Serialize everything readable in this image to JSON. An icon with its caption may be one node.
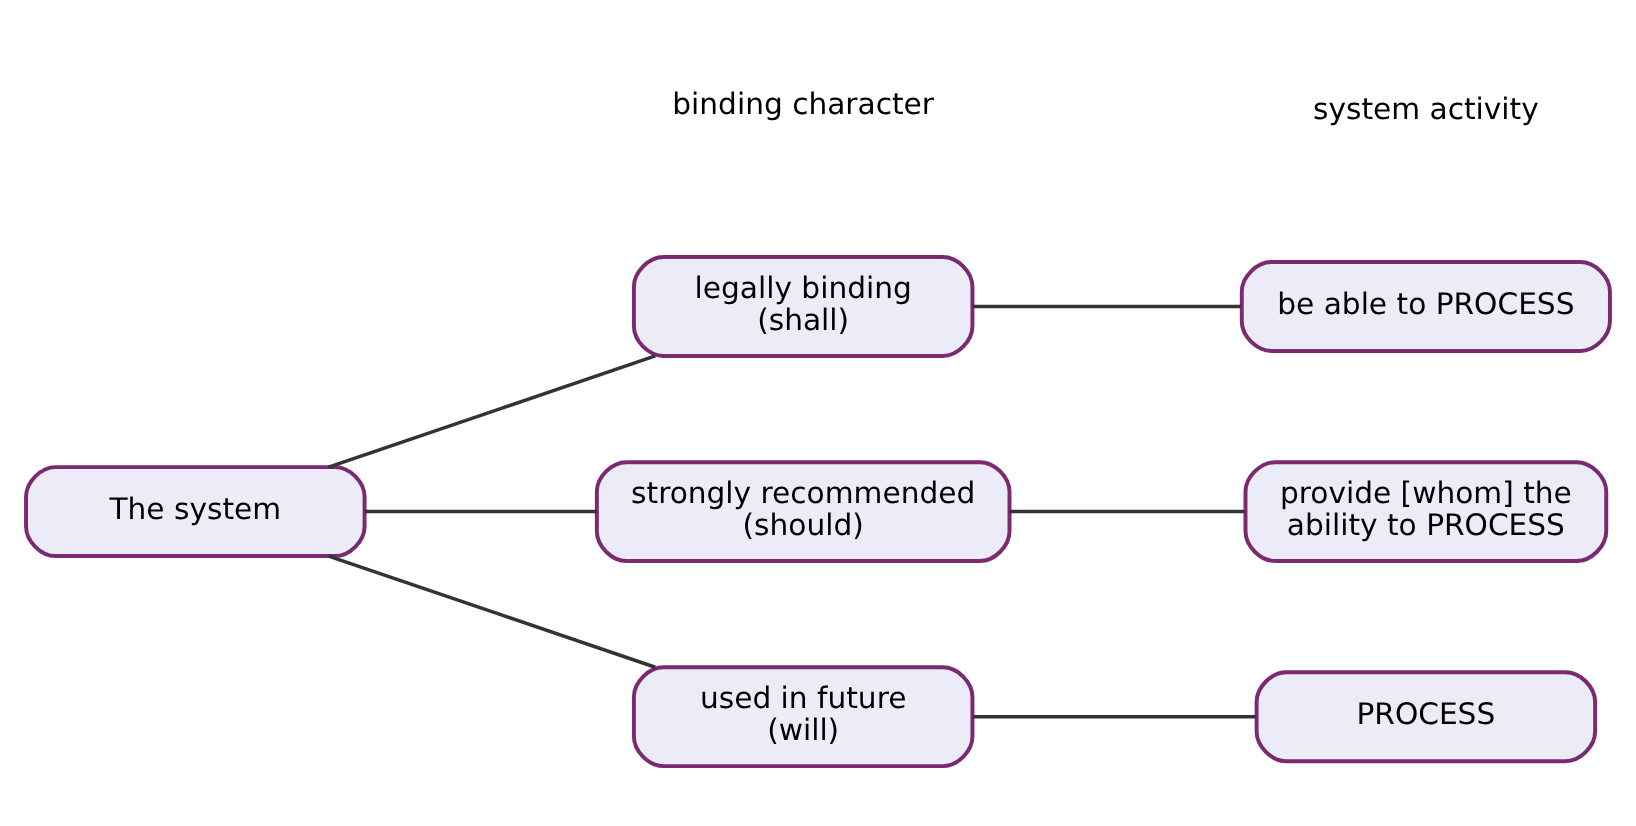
{
  "diagram": {
    "nodes": [
      {
        "text": [
          "The system"
        ]
      },
      {
        "text": [
          "legally binding (shall)"
        ]
      },
      {
        "text": [
          "strongly recommended (should)"
        ]
      },
      {
        "text": [
          "used in future (will)"
        ]
      },
      {
        "text": [
          "PROCESS"
        ]
      },
      {
        "text": [
          "provide [whom] the ability to PROCESS"
        ]
      },
      {
        "text": [
          "be able to PROCESS"
        ]
      }
    ],
    "edges": [
      {
        "from": 0,
        "to": 1,
        "arrow": "none"
      },
      {
        "from": 0,
        "to": 2,
        "arrow": "none"
      },
      {
        "from": 0,
        "to": 3,
        "arrow": "none"
      },
      {
        "from": 1,
        "to": 6,
        "arrow": "none"
      },
      {
        "from": 2,
        "to": 5,
        "arrow": "none"
      },
      {
        "from": 3,
        "to": 4,
        "arrow": "none"
      }
    ],
    "labels": [
      "binding character",
      "system activity"
    ]
  }
}
